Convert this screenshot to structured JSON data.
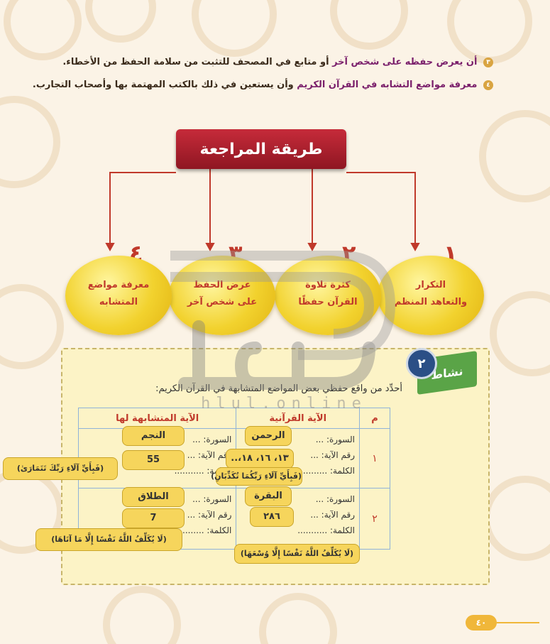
{
  "points": {
    "p3": {
      "num": "٣",
      "highlight": "أن يعرض حفظه على شخص آخر",
      "rest": " أو متابع في المصحف للتثبت من سلامة الحفظ من الأخطاء."
    },
    "p4": {
      "num": "٤",
      "highlight": "معرفة مواضع التشابه في القرآن الكريم",
      "rest": " وأن يستعين في ذلك بالكتب المهتمة بها وأصحاب التجارب."
    }
  },
  "title": "طريقة المراجعة",
  "steps": [
    {
      "num": "١",
      "line1": "التكرار",
      "line2": "والتعاهد المنظم"
    },
    {
      "num": "٢",
      "line1": "كثرة تلاوة",
      "line2": "القرآن حفظًا"
    },
    {
      "num": "٣",
      "line1": "عرض الحفظ",
      "line2": "على شخص آخر"
    },
    {
      "num": "٤",
      "line1": "معرفة مواضع",
      "line2": "المتشابه"
    }
  ],
  "activity": {
    "badge": "نشاط",
    "badge_num": "٢",
    "instruction": "أحدِّد من واقع حفظي بعض المواضع المتشابهة في القرآن الكريم:",
    "headers": {
      "idx": "م",
      "verse": "الآية القرآنية",
      "similar": "الآية المتشابهة لها"
    },
    "labels": {
      "surah": "السورة: ...",
      "ayah": "رقم الآية: ...",
      "word": "الكلمة: ..........."
    },
    "rows": [
      {
        "idx": "١",
        "surah": "الرحمن",
        "ayah": "١٣، ١٦، ١٨،..",
        "word": "(فَبِأَيِّ آلَاءِ رَبِّكُمَا تُكَذِّبَانِ)",
        "sim_surah": "النجم",
        "sim_ayah": "55",
        "sim_word": "(فَبِأَيِّ آلَاءِ رَبِّكَ تَتَمَارَىٰ)"
      },
      {
        "idx": "٢",
        "surah": "البقرة",
        "ayah": "٢٨٦",
        "word": "(لَا يُكَلِّفُ اللَّهُ نَفْسًا إِلَّا وُسْعَهَا)",
        "sim_surah": "الطلاق",
        "sim_ayah": "7",
        "sim_word": "(لَا يُكَلِّفُ اللَّهُ نَفْسًا إِلَّا مَا آتَاهَا)"
      }
    ]
  },
  "page_number": "٤٠",
  "watermark": "hlul.online",
  "colors": {
    "accent": "#c0392b",
    "title_bg": "#a11e2c",
    "blob": "#f2d22e",
    "panel": "#fcf3c6",
    "badge": "#5aa447"
  }
}
